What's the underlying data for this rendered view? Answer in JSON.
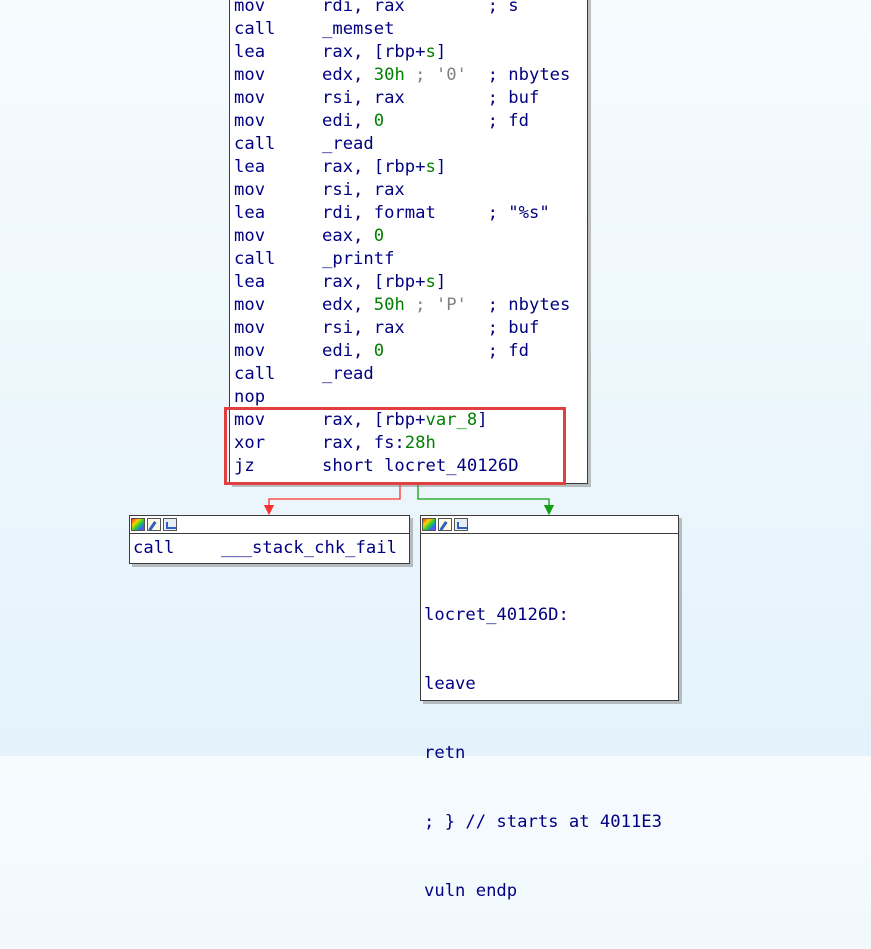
{
  "main_block": {
    "lines": [
      {
        "mn": "mov",
        "ops": [
          {
            "t": "rdi, rax",
            "c": "sym"
          }
        ],
        "pad": "        ",
        "cmt": "; s"
      },
      {
        "mn": "call",
        "ops": [
          {
            "t": "_memset",
            "c": "sym"
          }
        ],
        "pad": "",
        "cmt": ""
      },
      {
        "mn": "lea",
        "ops": [
          {
            "t": "rax, [rbp+",
            "c": "sym"
          },
          {
            "t": "s",
            "c": "num"
          },
          {
            "t": "]",
            "c": "sym"
          }
        ],
        "pad": "",
        "cmt": ""
      },
      {
        "mn": "mov",
        "ops": [
          {
            "t": "edx, ",
            "c": "sym"
          },
          {
            "t": "30h",
            "c": "num"
          },
          {
            "t": " ; '0'",
            "c": "cmt"
          }
        ],
        "pad": "  ",
        "cmt": "; nbytes"
      },
      {
        "mn": "mov",
        "ops": [
          {
            "t": "rsi, rax",
            "c": "sym"
          }
        ],
        "pad": "        ",
        "cmt": "; buf"
      },
      {
        "mn": "mov",
        "ops": [
          {
            "t": "edi, ",
            "c": "sym"
          },
          {
            "t": "0",
            "c": "num"
          }
        ],
        "pad": "          ",
        "cmt": "; fd"
      },
      {
        "mn": "call",
        "ops": [
          {
            "t": "_read",
            "c": "sym"
          }
        ],
        "pad": "",
        "cmt": ""
      },
      {
        "mn": "lea",
        "ops": [
          {
            "t": "rax, [rbp+",
            "c": "sym"
          },
          {
            "t": "s",
            "c": "num"
          },
          {
            "t": "]",
            "c": "sym"
          }
        ],
        "pad": "",
        "cmt": ""
      },
      {
        "mn": "mov",
        "ops": [
          {
            "t": "rsi, rax",
            "c": "sym"
          }
        ],
        "pad": "",
        "cmt": ""
      },
      {
        "mn": "lea",
        "ops": [
          {
            "t": "rdi, format",
            "c": "sym"
          }
        ],
        "pad": "     ",
        "cmt": "; \"%s\""
      },
      {
        "mn": "mov",
        "ops": [
          {
            "t": "eax, ",
            "c": "sym"
          },
          {
            "t": "0",
            "c": "num"
          }
        ],
        "pad": "",
        "cmt": ""
      },
      {
        "mn": "call",
        "ops": [
          {
            "t": "_printf",
            "c": "sym"
          }
        ],
        "pad": "",
        "cmt": ""
      },
      {
        "mn": "lea",
        "ops": [
          {
            "t": "rax, [rbp+",
            "c": "sym"
          },
          {
            "t": "s",
            "c": "num"
          },
          {
            "t": "]",
            "c": "sym"
          }
        ],
        "pad": "",
        "cmt": ""
      },
      {
        "mn": "mov",
        "ops": [
          {
            "t": "edx, ",
            "c": "sym"
          },
          {
            "t": "50h",
            "c": "num"
          },
          {
            "t": " ; 'P'",
            "c": "cmt"
          }
        ],
        "pad": "  ",
        "cmt": "; nbytes"
      },
      {
        "mn": "mov",
        "ops": [
          {
            "t": "rsi, rax",
            "c": "sym"
          }
        ],
        "pad": "        ",
        "cmt": "; buf"
      },
      {
        "mn": "mov",
        "ops": [
          {
            "t": "edi, ",
            "c": "sym"
          },
          {
            "t": "0",
            "c": "num"
          }
        ],
        "pad": "          ",
        "cmt": "; fd"
      },
      {
        "mn": "call",
        "ops": [
          {
            "t": "_read",
            "c": "sym"
          }
        ],
        "pad": "",
        "cmt": ""
      },
      {
        "mn": "nop",
        "ops": [],
        "pad": "",
        "cmt": ""
      },
      {
        "mn": "mov",
        "ops": [
          {
            "t": "rax, [rbp+",
            "c": "sym"
          },
          {
            "t": "var_8",
            "c": "num"
          },
          {
            "t": "]",
            "c": "sym"
          }
        ],
        "pad": "",
        "cmt": ""
      },
      {
        "mn": "xor",
        "ops": [
          {
            "t": "rax, fs:",
            "c": "sym"
          },
          {
            "t": "28h",
            "c": "num"
          }
        ],
        "pad": "",
        "cmt": ""
      },
      {
        "mn": "jz",
        "ops": [
          {
            "t": "short locret_40126D",
            "c": "sym"
          }
        ],
        "pad": "",
        "cmt": ""
      }
    ]
  },
  "fail_block": {
    "mnemonic": "call",
    "operand": "___stack_chk_fail"
  },
  "ret_block": {
    "label": "locret_40126D:",
    "line1": "leave",
    "line2": "retn",
    "comment": "; } // starts at 4011E3",
    "endp": "vuln endp"
  },
  "colors": {
    "false_edge": "#ff3030",
    "true_edge": "#10a010",
    "highlight": "#e04040"
  },
  "icons": [
    "color-palette-icon",
    "edit-pencil-icon",
    "graph-view-icon"
  ]
}
